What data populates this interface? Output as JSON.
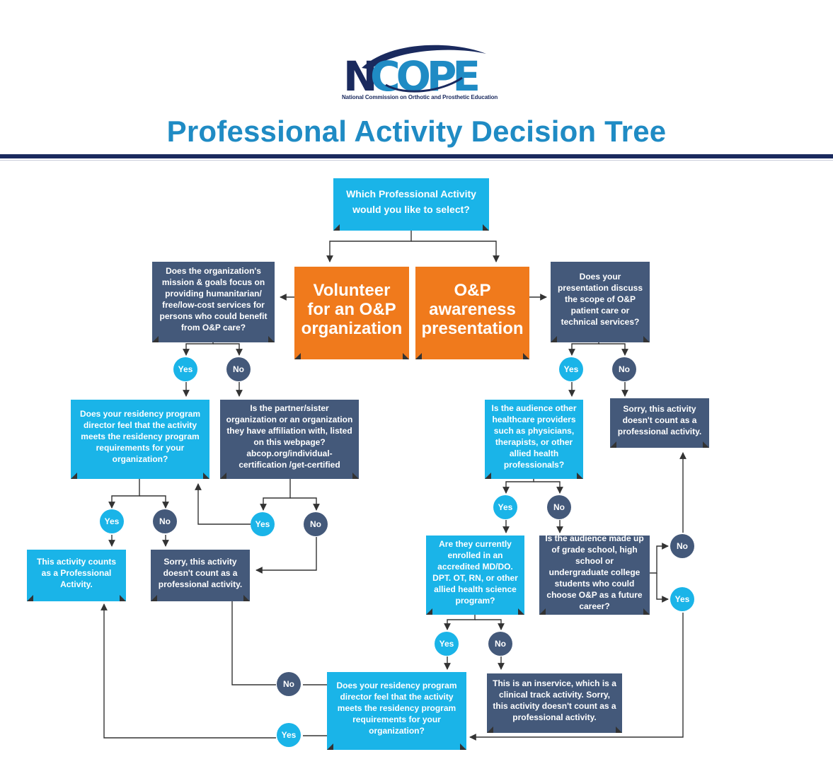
{
  "logo": {
    "wordmark": "NCOPE",
    "subtitle": "National Commission on Orthotic and Prosthetic Education"
  },
  "title": "Professional Activity Decision Tree",
  "colors": {
    "title": "#1f8bc4",
    "cyan": "#1ab4e8",
    "navy": "#44597a",
    "orange": "#f07a1c",
    "rule": "#1a2a5e"
  },
  "nodes": {
    "start": "Which Professional Activity would you like to select?",
    "volunteer": "Volunteer for an O&P organization",
    "awareness": "O&P awareness presentation",
    "q_mission": "Does the organization's mission & goals focus on providing humanitarian/ free/low-cost services for persons who could benefit from O&P care?",
    "q_scope": "Does your presentation discuss the scope of O&P patient care or technical services?",
    "q_residency_left": "Does your residency program director feel that the activity meets the residency program requirements for your organization?",
    "q_partner": "Is the partner/sister organization or an organization they have affiliation with, listed on this webpage? abcop.org/individual-certification /get-certified",
    "q_audience_health": "Is the audience other healthcare providers such as physicians, therapists, or other allied health professionals?",
    "sorry_right": "Sorry, this activity doesn't count as a professional activity.",
    "counts": "This activity counts as a Professional Activity.",
    "sorry_left": "Sorry, this activity doesn't count as a professional activity.",
    "q_enrolled": "Are they currently enrolled in an accredited MD/DO. DPT. OT, RN, or other allied health science program?",
    "q_audience_school": "Is the audience made up of grade school, high school or undergraduate college students who could choose O&P as a future career?",
    "inservice": "This is an inservice, which is a clinical track activity. Sorry, this activity doesn't count as a professional activity.",
    "q_residency_bottom": "Does your residency program director feel that the activity meets the residency program requirements for your organization?"
  },
  "answers": {
    "yes": "Yes",
    "no": "No"
  }
}
